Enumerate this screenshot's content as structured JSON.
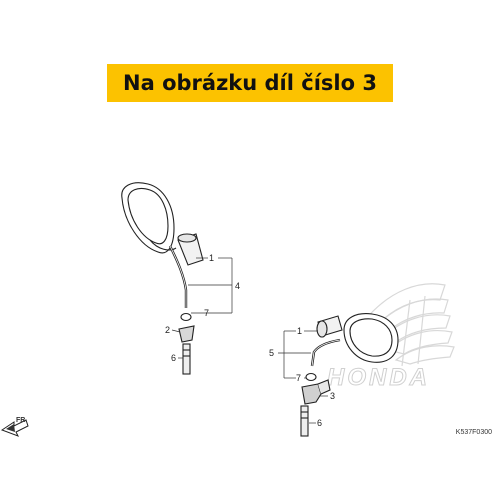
{
  "banner": {
    "text": "Na obrázku díl číslo 3",
    "color": "#fcc200"
  },
  "brand_watermark": {
    "text": "HONDA",
    "icon": "honda-wing-icon"
  },
  "direction_marker": {
    "text": "FR.",
    "icon": "arrow-left-icon"
  },
  "drawing_code": "K537F0300",
  "callouts": {
    "left": {
      "c1": "1",
      "c4": "4",
      "c7": "7",
      "c2": "2",
      "c6": "6"
    },
    "right": {
      "c1": "1",
      "c5": "5",
      "c7": "7",
      "c3": "3",
      "c6": "6"
    }
  }
}
